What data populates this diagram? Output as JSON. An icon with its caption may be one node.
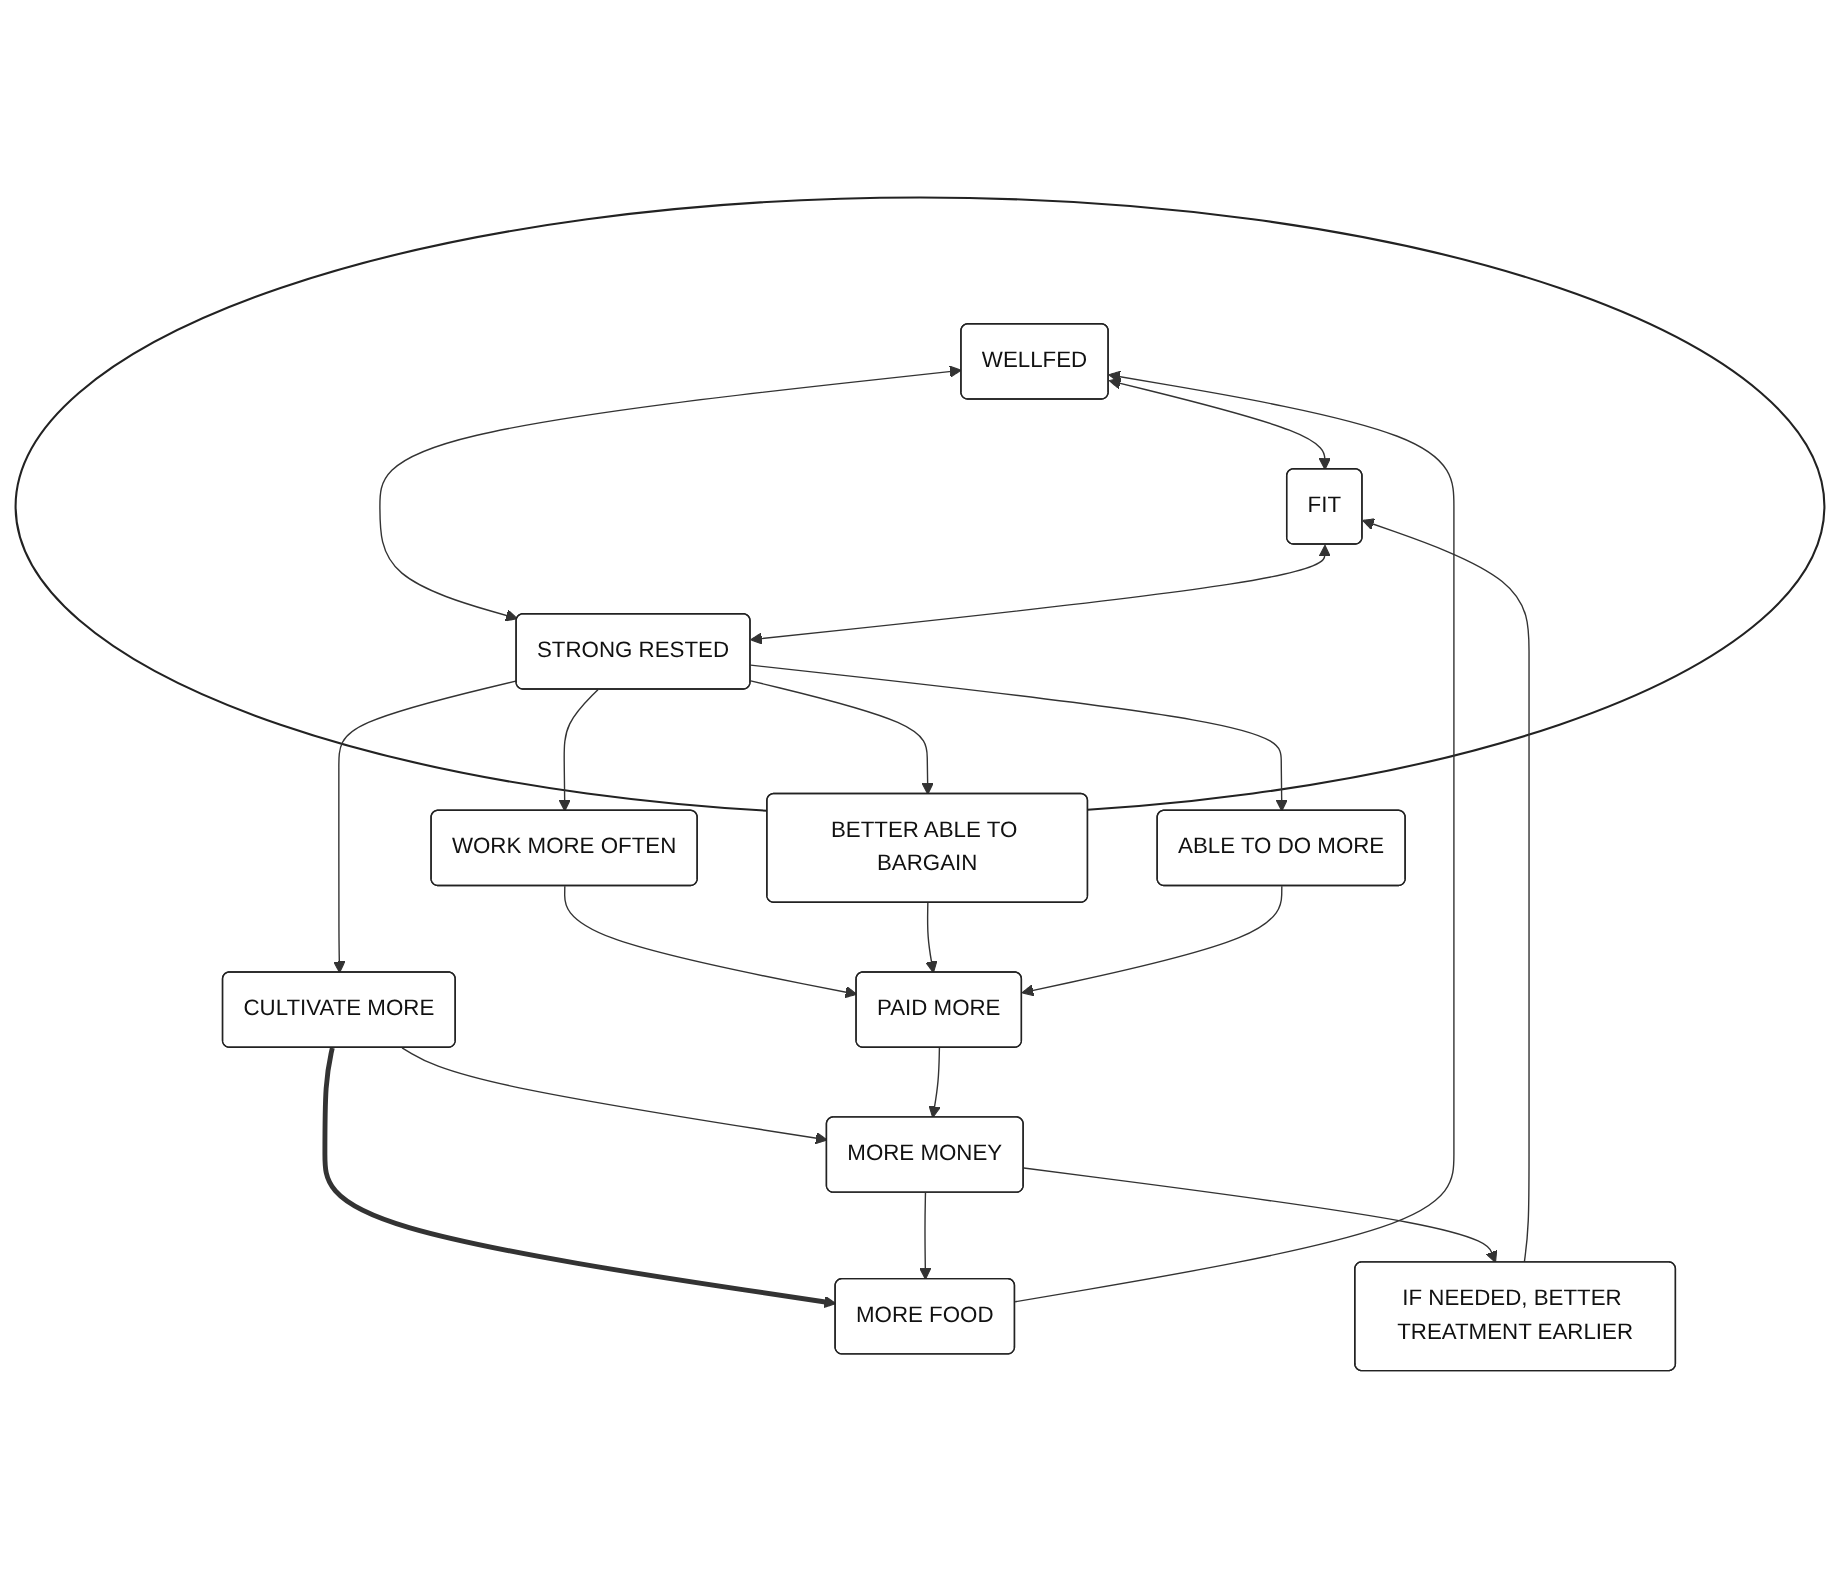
{
  "diagram": {
    "nodes": [
      {
        "text": [],
        "shape": "ellipse"
      },
      {
        "text": [
          "WELLFED"
        ],
        "in": 0
      },
      {
        "text": [
          "FIT"
        ],
        "in": 0
      },
      {
        "text": [
          "STRONG RESTED"
        ],
        "in": 0
      },
      {
        "text": [
          "MORE FOOD"
        ]
      },
      {
        "text": [
          "CULTIVATE MORE"
        ]
      },
      {
        "text": [
          "WORK MORE OFTEN"
        ]
      },
      {
        "text": [
          "BETTER ABLE TO BARGAIN"
        ]
      },
      {
        "text": [
          "ABLE TO DO MORE"
        ]
      },
      {
        "text": [
          "IF NEEDED, BETTER TREATMENT EARLIER"
        ]
      },
      {
        "text": [
          "PAID MORE"
        ]
      },
      {
        "text": [
          "MORE MONEY"
        ]
      }
    ],
    "edges": [
      {
        "from": 1,
        "to": 2,
        "arrow": "both"
      },
      {
        "from": 1,
        "to": 3,
        "arrow": "both"
      },
      {
        "from": 2,
        "to": 3,
        "arrow": "both"
      },
      {
        "from": 3,
        "to": 5,
        "arrow": "to"
      },
      {
        "from": 3,
        "to": 6,
        "arrow": "to"
      },
      {
        "from": 3,
        "to": 7,
        "arrow": "to"
      },
      {
        "from": 3,
        "to": 8,
        "arrow": "to"
      },
      {
        "from": 5,
        "to": 4,
        "arrow": "to",
        "style": "thick"
      },
      {
        "from": 5,
        "to": 11,
        "arrow": "to"
      },
      {
        "from": 6,
        "to": 10,
        "arrow": "to"
      },
      {
        "from": 7,
        "to": 10,
        "arrow": "to"
      },
      {
        "from": 8,
        "to": 10,
        "arrow": "to"
      },
      {
        "from": 10,
        "to": 11,
        "arrow": "to"
      },
      {
        "from": 11,
        "to": 4,
        "arrow": "to"
      },
      {
        "from": 11,
        "to": 9,
        "arrow": "to"
      },
      {
        "from": 4,
        "to": 1,
        "arrow": "to"
      },
      {
        "from": 9,
        "to": 2,
        "arrow": "to"
      }
    ]
  }
}
